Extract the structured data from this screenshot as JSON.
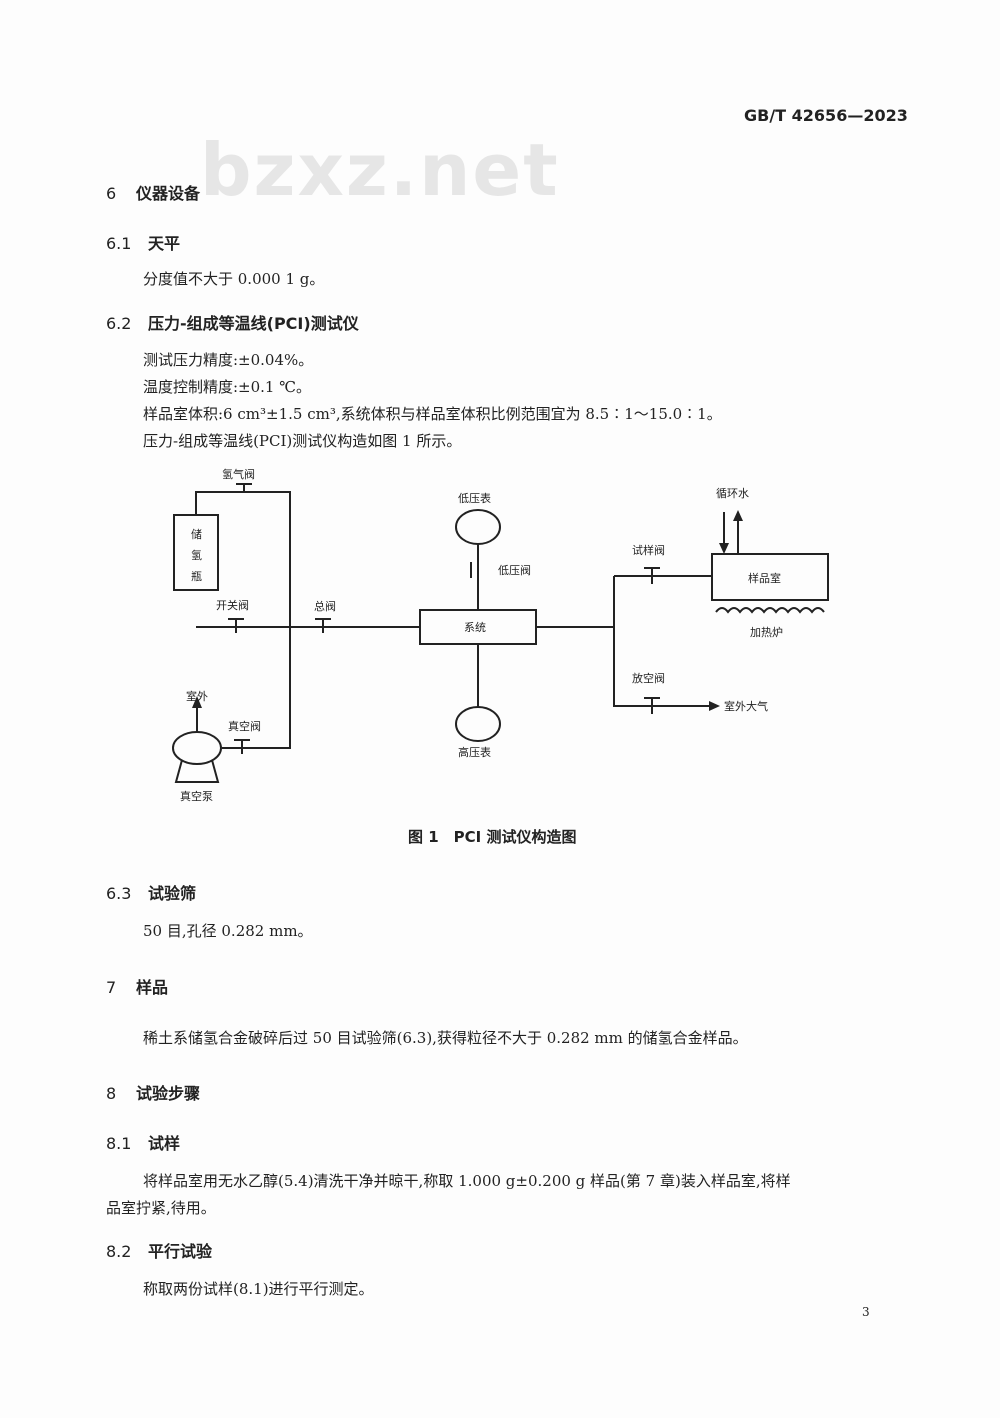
{
  "header": {
    "standard_code": "GB/T 42656—2023"
  },
  "watermark": "bzxz.net",
  "sections": {
    "s6": {
      "num": "6",
      "title": "仪器设备"
    },
    "s6_1": {
      "num": "6.1",
      "title": "天平",
      "text": "分度值不大于 0.000 1 g。"
    },
    "s6_2": {
      "num": "6.2",
      "title": "压力-组成等温线(PCI)测试仪",
      "lines": [
        "测试压力精度:±0.04%。",
        "温度控制精度:±0.1 ℃。",
        "样品室体积:6 cm³±1.5 cm³,系统体积与样品室体积比例范围宜为 8.5∶1～15.0∶1。",
        "压力-组成等温线(PCI)测试仪构造如图 1 所示。"
      ]
    },
    "s6_3": {
      "num": "6.3",
      "title": "试验筛",
      "text": "50 目,孔径 0.282 mm。"
    },
    "s7": {
      "num": "7",
      "title": "样品",
      "text": "稀土系储氢合金破碎后过 50 目试验筛(6.3),获得粒径不大于 0.282 mm 的储氢合金样品。"
    },
    "s8": {
      "num": "8",
      "title": "试验步骤"
    },
    "s8_1": {
      "num": "8.1",
      "title": "试样",
      "lines": [
        "将样品室用无水乙醇(5.4)清洗干净并晾干,称取 1.000 g±0.200 g 样品(第 7 章)装入样品室,将样",
        "品室拧紧,待用。"
      ]
    },
    "s8_2": {
      "num": "8.2",
      "title": "平行试验",
      "text": "称取两份试样(8.1)进行平行测定。"
    }
  },
  "figure": {
    "caption": "图 1　PCI 测试仪构造图",
    "labels": {
      "hydrogen_valve": "氢气阀",
      "cylinder": [
        "储",
        "氢",
        "瓶"
      ],
      "switch_valve": "开关阀",
      "main_valve": "总阀",
      "outdoor": "室外",
      "vacuum_valve": "真空阀",
      "vacuum_pump": "真空泵",
      "low_gauge": "低压表",
      "low_valve": "低压阀",
      "system": "系统",
      "high_gauge": "高压表",
      "circulating_water": "循环水",
      "sample_valve": "试样阀",
      "sample_chamber": "样品室",
      "heater": "加热炉",
      "vent_valve": "放空阀",
      "outdoor_air": "室外大气"
    }
  },
  "page_number": "3"
}
